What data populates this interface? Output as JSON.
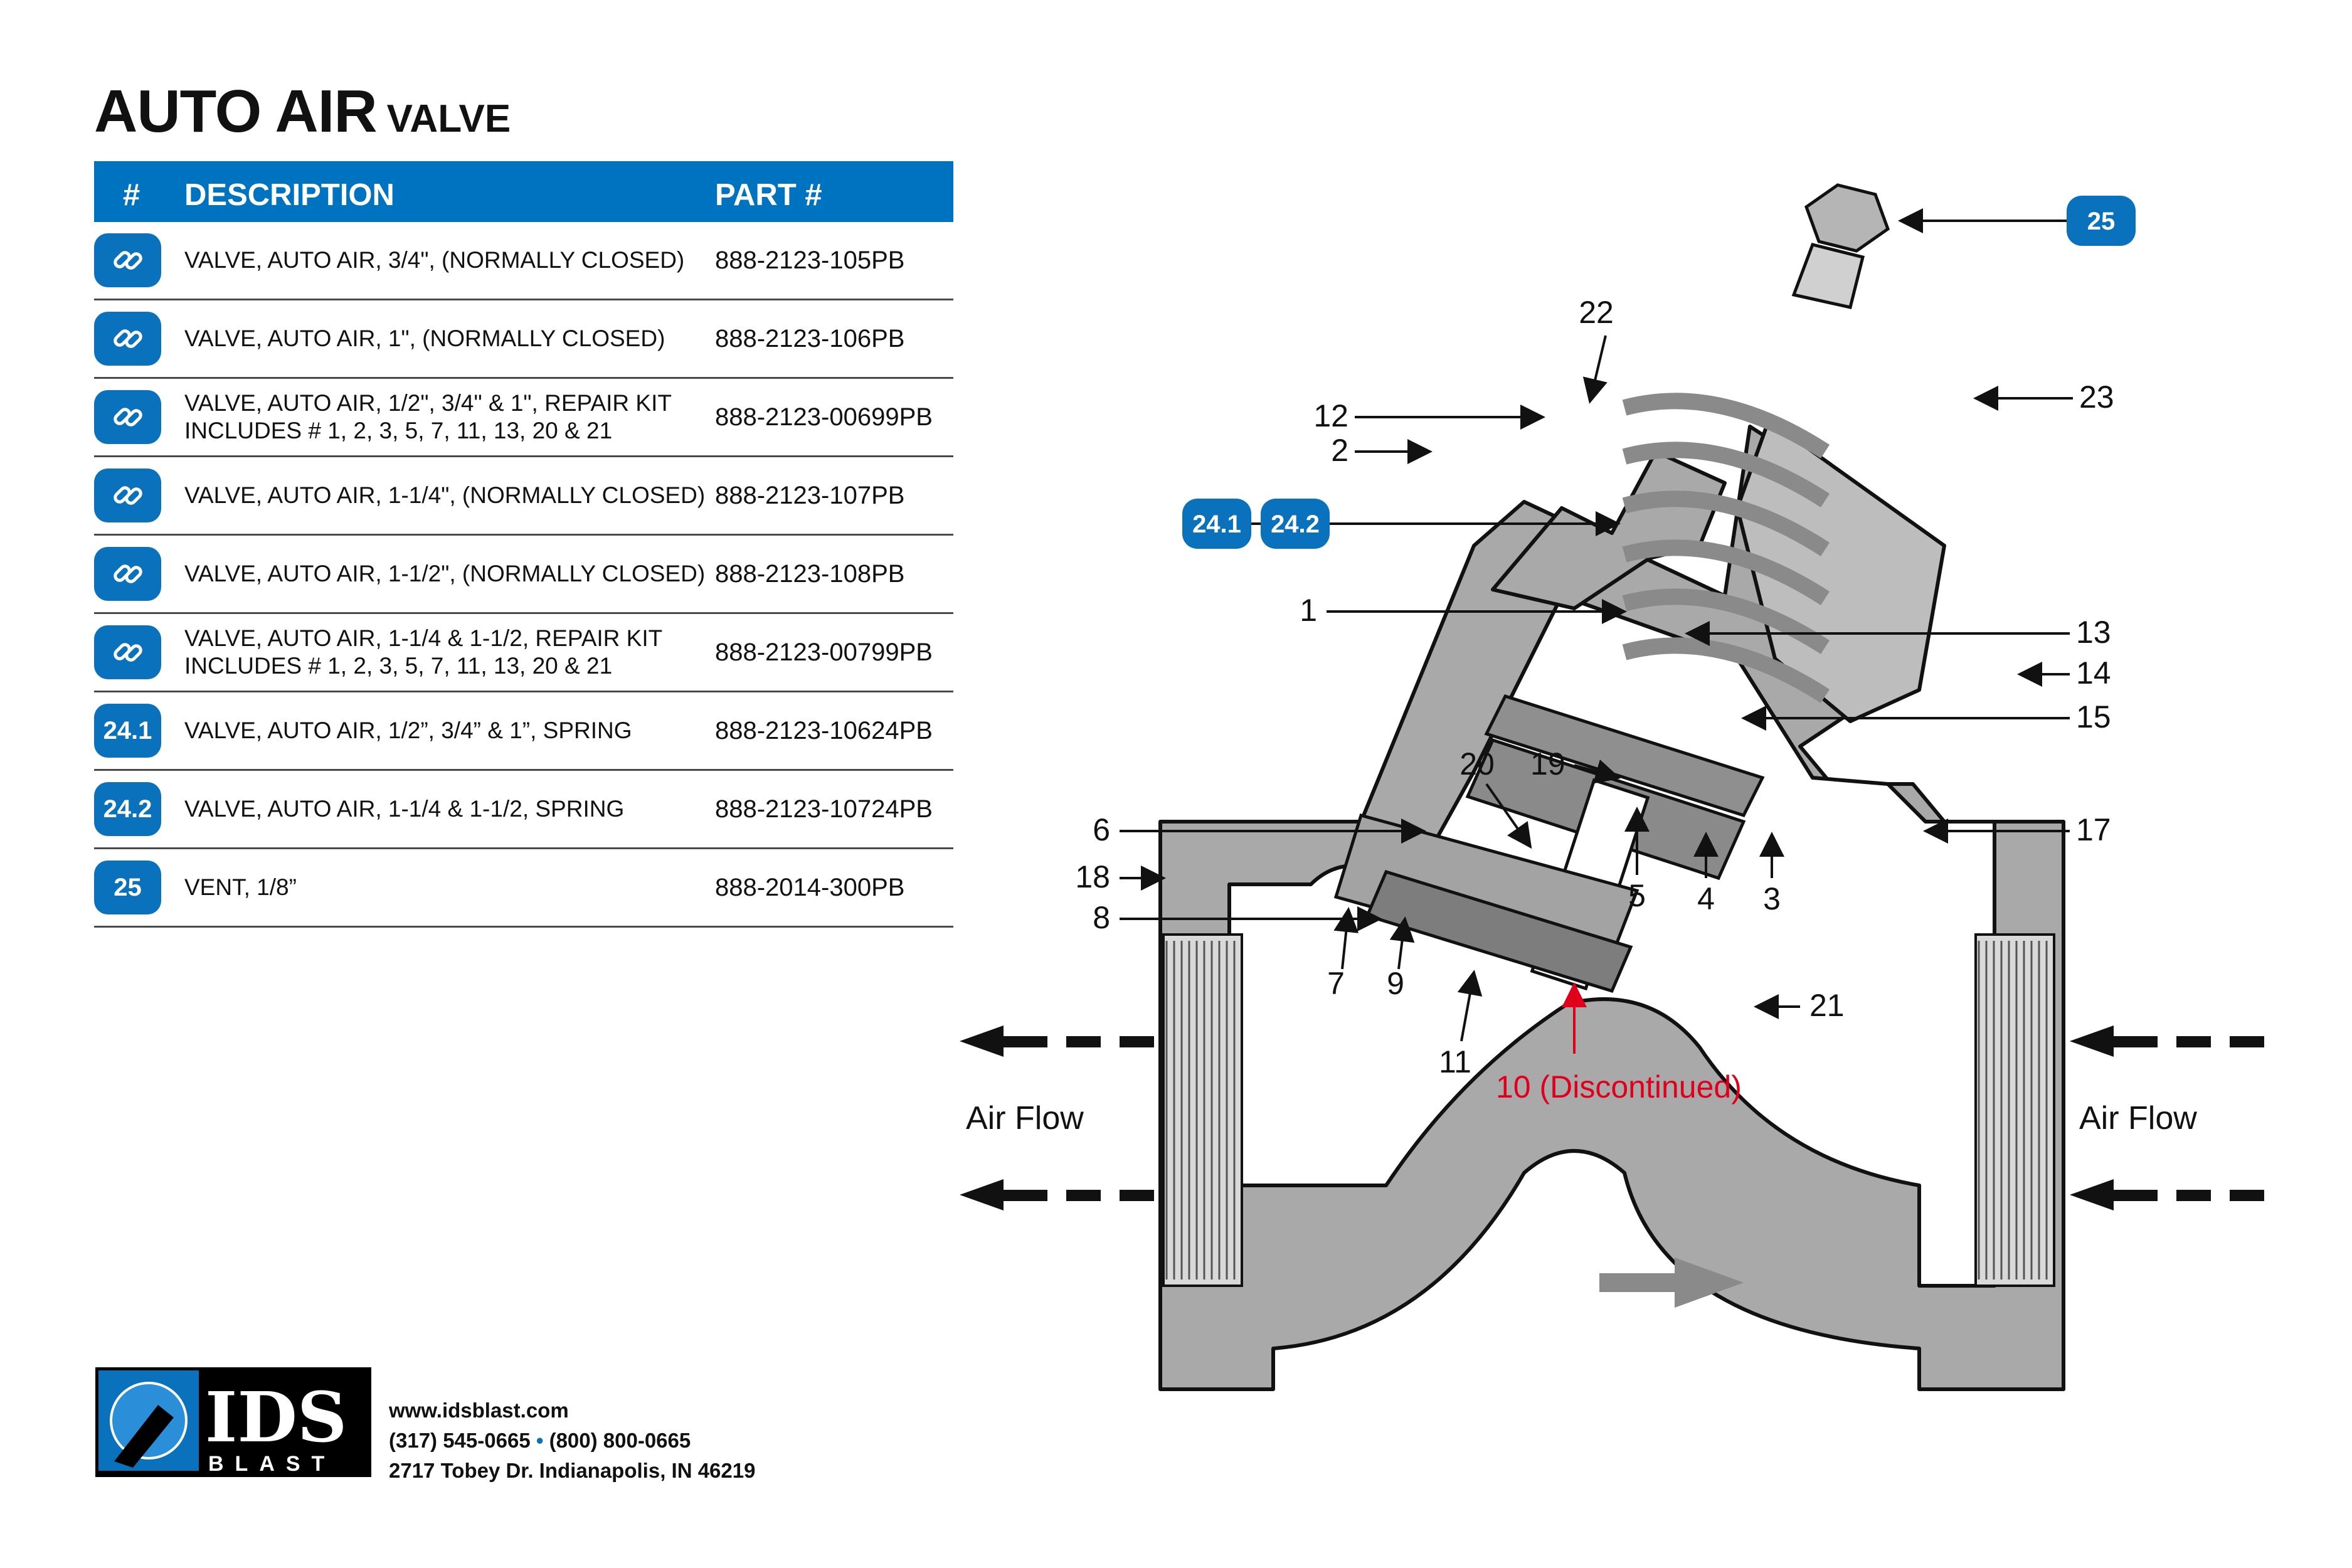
{
  "title": {
    "main": "AUTO AIR",
    "sub": "VALVE"
  },
  "table": {
    "headers": {
      "num": "#",
      "description": "DESCRIPTION",
      "part": "PART #"
    },
    "rows": [
      {
        "badge": "",
        "icon": "link-icon",
        "description": "VALVE, AUTO AIR, 3/4\", (NORMALLY CLOSED)",
        "part": "888-2123-105PB"
      },
      {
        "badge": "",
        "icon": "link-icon",
        "description": "VALVE, AUTO AIR, 1\", (NORMALLY CLOSED)",
        "part": "888-2123-106PB"
      },
      {
        "badge": "",
        "icon": "link-icon",
        "description": "VALVE, AUTO AIR, 1/2\", 3/4\" & 1\", REPAIR KIT INCLUDES # 1, 2, 3, 5, 7, 11, 13, 20 & 21",
        "part": "888-2123-00699PB"
      },
      {
        "badge": "",
        "icon": "link-icon",
        "description": "VALVE, AUTO AIR, 1-1/4\", (NORMALLY CLOSED)",
        "part": "888-2123-107PB"
      },
      {
        "badge": "",
        "icon": "link-icon",
        "description": "VALVE, AUTO AIR, 1-1/2\", (NORMALLY CLOSED)",
        "part": "888-2123-108PB"
      },
      {
        "badge": "",
        "icon": "link-icon",
        "description": "VALVE, AUTO AIR, 1-1/4 & 1-1/2, REPAIR KIT INCLUDES # 1, 2, 3, 5, 7, 11, 13, 20 & 21",
        "part": "888-2123-00799PB"
      },
      {
        "badge": "24.1",
        "icon": "",
        "description": "VALVE, AUTO AIR, 1/2”, 3/4” & 1”, SPRING",
        "part": "888-2123-10624PB"
      },
      {
        "badge": "24.2",
        "icon": "",
        "description": "VALVE, AUTO AIR, 1-1/4 & 1-1/2, SPRING",
        "part": "888-2123-10724PB"
      },
      {
        "badge": "25",
        "icon": "",
        "description": "VENT, 1/8”",
        "part": "888-2014-300PB"
      }
    ]
  },
  "diagram": {
    "callouts": {
      "c1": "1",
      "c2": "2",
      "c3": "3",
      "c4": "4",
      "c5": "5",
      "c6": "6",
      "c7": "7",
      "c8": "8",
      "c9": "9",
      "c11": "11",
      "c12": "12",
      "c13": "13",
      "c14": "14",
      "c15": "15",
      "c17": "17",
      "c18": "18",
      "c19": "19",
      "c20": "20",
      "c21": "21",
      "c22": "22",
      "c23": "23"
    },
    "discontinued": "10 (Discontinued)",
    "pills": {
      "p241": "24.1",
      "p242": "24.2",
      "p25": "25"
    },
    "air_flow_left": "Air Flow",
    "air_flow_right": "Air Flow"
  },
  "footer": {
    "logo_text": "IDS",
    "logo_sub": "BLAST",
    "website": "www.idsblast.com",
    "phone1": "(317) 545-0665",
    "separator": "•",
    "phone2": "(800) 800-0665",
    "address": "2717 Tobey Dr. Indianapolis, IN 46219"
  },
  "colors": {
    "brand_blue": "#0073c0",
    "badge_blue": "#0a72bd",
    "body_gray": "#a9a9a9",
    "dark_gray": "#7d7d7d",
    "discontinued_red": "#e0001c"
  }
}
